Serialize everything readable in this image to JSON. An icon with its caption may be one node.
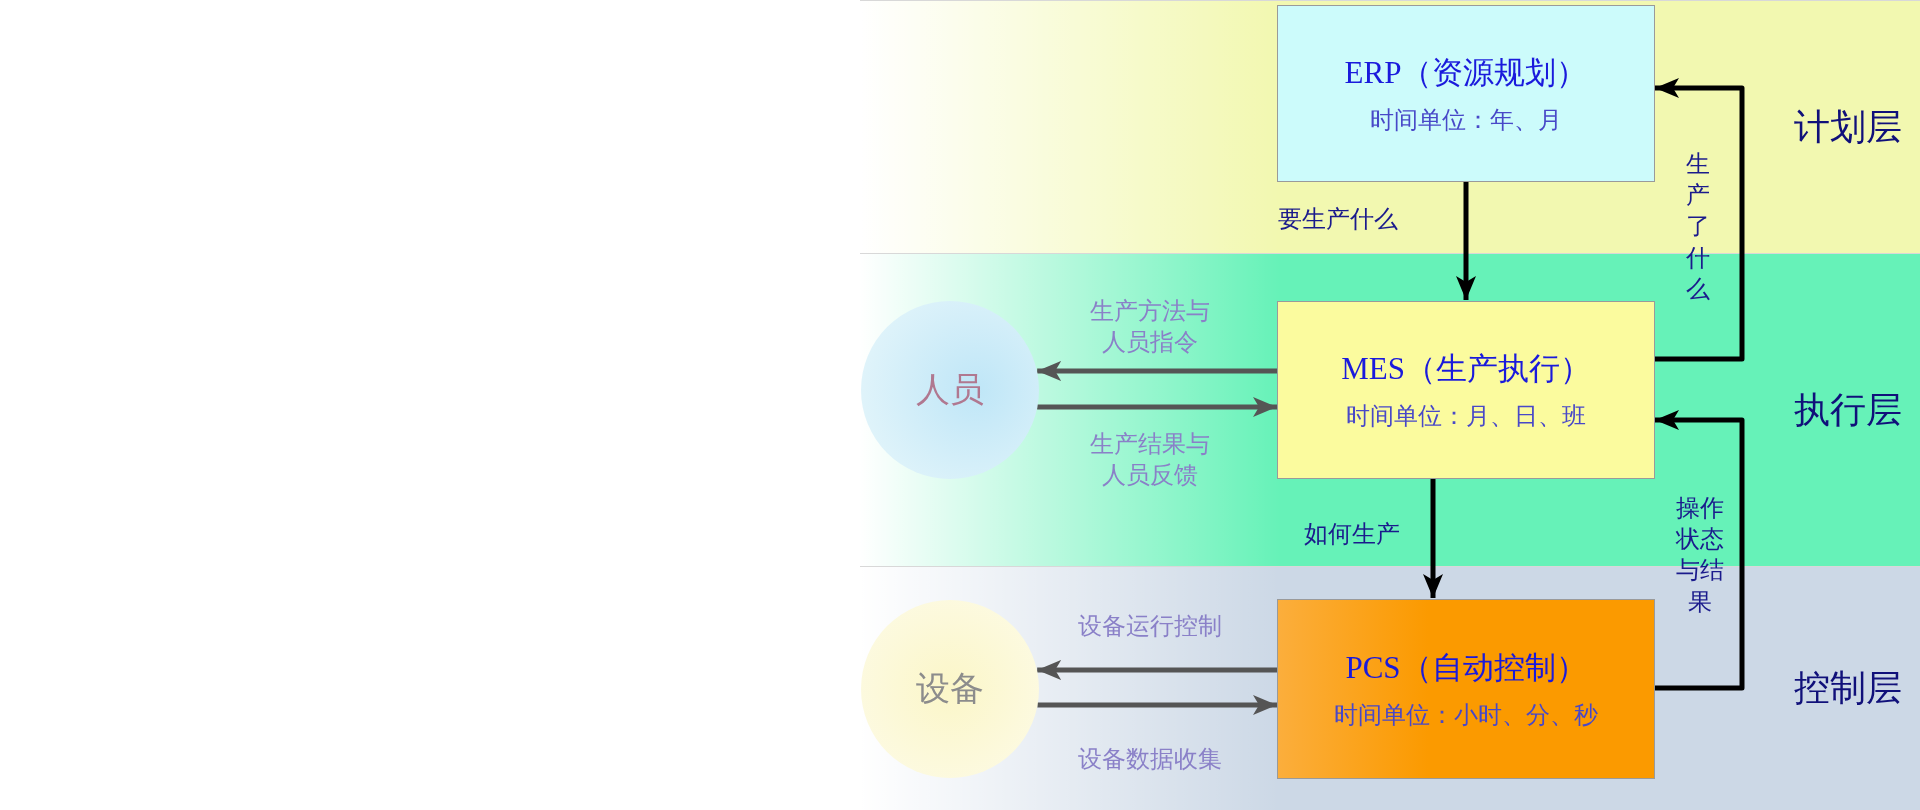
{
  "diagram": {
    "nodes": [
      {
        "text": [
          "计划层"
        ]
      },
      {
        "text": [
          "ERP（资源规划）",
          "时间单位：年、月"
        ],
        "in": 0
      },
      {
        "text": [
          "执行层"
        ]
      },
      {
        "text": [
          "人员"
        ],
        "in": 2
      },
      {
        "text": [
          "MES（生产执行）",
          "时间单位：月、日、班"
        ],
        "in": 2
      },
      {
        "text": [
          "控制层"
        ]
      },
      {
        "text": [
          "设备"
        ],
        "in": 5
      },
      {
        "text": [
          "PCS（自动控制）",
          "时间单位：小时、分、秒"
        ],
        "in": 5
      }
    ],
    "edges": [
      {
        "from": 1,
        "to": 4,
        "arrow": "to",
        "label": "要生产什么"
      },
      {
        "from": 4,
        "to": 1,
        "arrow": "to",
        "label": "生产了什么"
      },
      {
        "from": 4,
        "to": 3,
        "arrow": "to",
        "label": "生产方法与人员指令",
        "color": "#555555"
      },
      {
        "from": 3,
        "to": 4,
        "arrow": "to",
        "label": "生产结果与人员反馈",
        "color": "#555555"
      },
      {
        "from": 4,
        "to": 7,
        "arrow": "to",
        "label": "如何生产"
      },
      {
        "from": 7,
        "to": 4,
        "arrow": "to",
        "label": "操作状态与结果"
      },
      {
        "from": 7,
        "to": 6,
        "arrow": "to",
        "label": "设备运行控制",
        "color": "#555555"
      },
      {
        "from": 6,
        "to": 7,
        "arrow": "to",
        "label": "设备数据收集",
        "color": "#555555"
      }
    ]
  }
}
